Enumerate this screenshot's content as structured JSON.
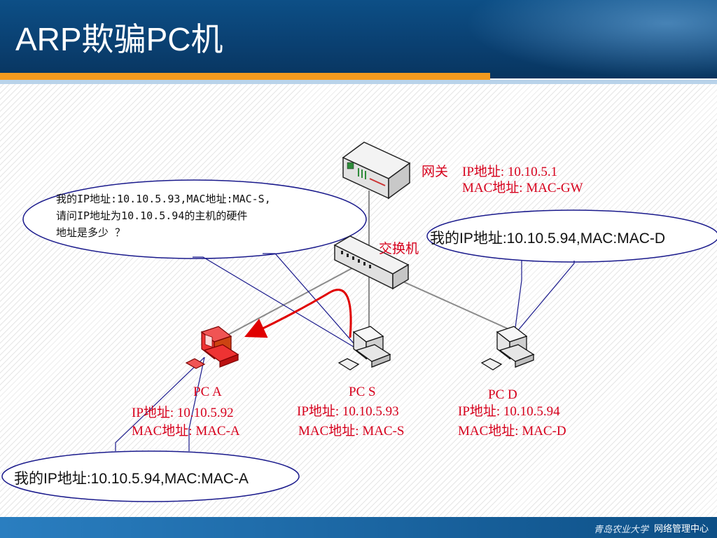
{
  "title": "ARP欺骗PC机",
  "footer": {
    "university_seal": "青岛农业大学",
    "brand": "网络管理中心"
  },
  "gateway": {
    "name": "网关",
    "ip": "IP地址: 10.10.5.1",
    "mac": "MAC地址: MAC-GW"
  },
  "switch": {
    "name": "交换机"
  },
  "pc_a": {
    "name": "PC A",
    "ip": "IP地址: 10.10.5.92",
    "mac": "MAC地址: MAC-A"
  },
  "pc_s": {
    "name": "PC S",
    "ip": "IP地址: 10.10.5.93",
    "mac": "MAC地址: MAC-S"
  },
  "pc_d": {
    "name": "PC D",
    "ip": "IP地址: 10.10.5.94",
    "mac": "MAC地址: MAC-D"
  },
  "bubble_s": {
    "line1": "我的IP地址:10.10.5.93,MAC地址:MAC-S,",
    "line2": "请问IP地址为10.10.5.94的主机的硬件",
    "line3": "地址是多少 ？"
  },
  "bubble_d": {
    "text": "我的IP地址:10.10.5.94,MAC:MAC-D"
  },
  "bubble_a": {
    "text": "我的IP地址:10.10.5.94,MAC:MAC-A"
  },
  "colors": {
    "header": "#0d4f86",
    "accent": "#f39a1e",
    "label_red": "#d6001c",
    "arrow_red": "#e00000",
    "callout_line": "#1a1a8c"
  }
}
